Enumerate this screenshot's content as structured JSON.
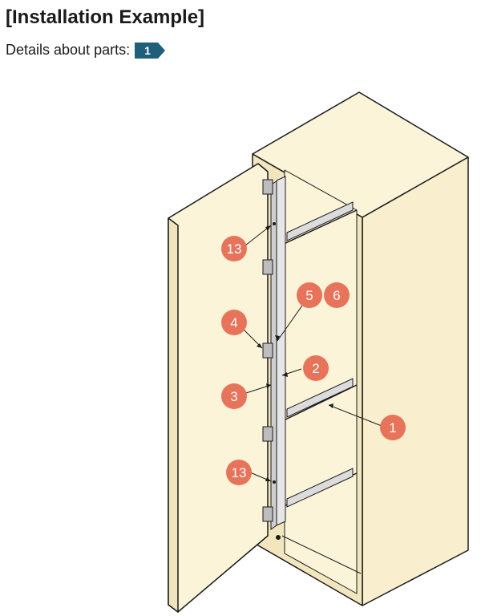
{
  "header": {
    "title": "[Installation Example]",
    "subtitle_label": "Details about parts:",
    "parts_tag": "1"
  },
  "diagram": {
    "colors": {
      "cabinet_fill": "#fbf4d9",
      "outline": "#1a1a1a",
      "callout": "#e7735a",
      "tag": "#1f5f7a"
    },
    "callouts": [
      {
        "id": "c13a",
        "label": "13"
      },
      {
        "id": "c5",
        "label": "5"
      },
      {
        "id": "c6",
        "label": "6"
      },
      {
        "id": "c4",
        "label": "4"
      },
      {
        "id": "c2",
        "label": "2"
      },
      {
        "id": "c3",
        "label": "3"
      },
      {
        "id": "c1",
        "label": "1"
      },
      {
        "id": "c13b",
        "label": "13"
      }
    ]
  }
}
